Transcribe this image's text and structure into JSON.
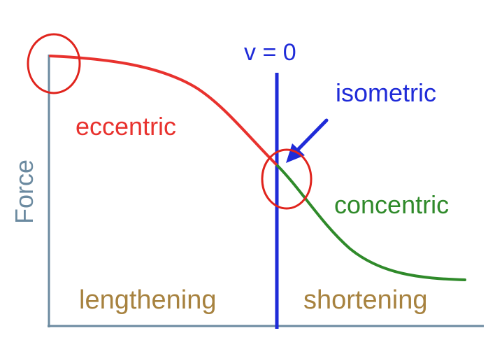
{
  "labels": {
    "v_zero": "v = 0",
    "isometric": "isometric",
    "eccentric": "eccentric",
    "concentric": "concentric",
    "force_axis": "Force",
    "lengthening": "lengthening",
    "shortening": "shortening"
  },
  "colors": {
    "axis": "#6b8aa0",
    "eccentric_curve": "#e8322e",
    "concentric_curve": "#2f8a2a",
    "velocity_line": "#1f2bd8",
    "isometric_text": "#1f2bd8",
    "eccentric_text": "#e8322e",
    "concentric_text": "#2f8a2a",
    "region_text": "#a7823f",
    "force_text": "#6b8aa0",
    "highlight_circle": "#e0241d"
  }
}
